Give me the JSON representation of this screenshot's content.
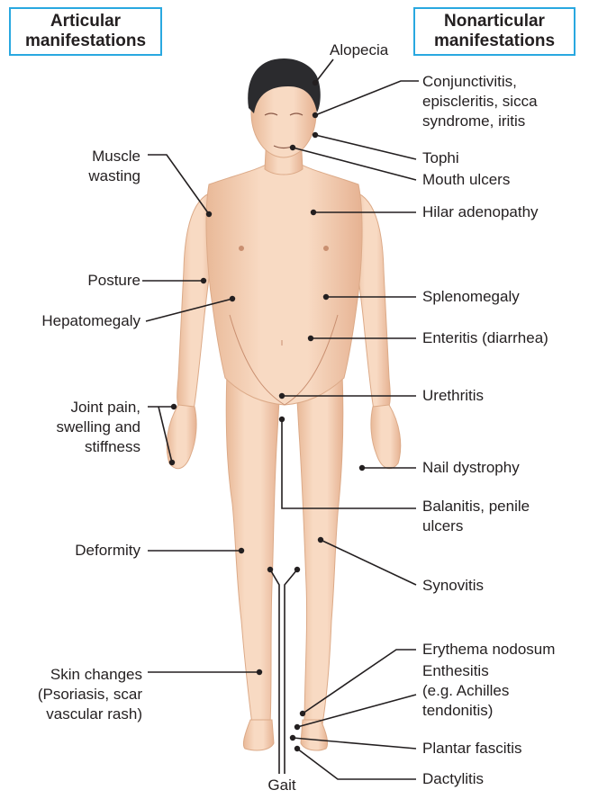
{
  "headers": {
    "left": [
      "Articular",
      "manifestations"
    ],
    "right": [
      "Nonarticular",
      "manifestations"
    ]
  },
  "left_labels": {
    "muscle_wasting": [
      "Muscle",
      "wasting"
    ],
    "posture": "Posture",
    "hepatomegaly": "Hepatomegaly",
    "joint_pain": [
      "Joint pain,",
      "swelling and",
      "stiffness"
    ],
    "deformity": "Deformity",
    "skin_changes": [
      "Skin changes",
      "(Psoriasis, scar",
      "vascular rash)"
    ],
    "gait": "Gait"
  },
  "right_labels": {
    "alopecia": "Alopecia",
    "conjunctivitis": [
      "Conjunctivitis,",
      "episcleritis, sicca",
      "syndrome, iritis"
    ],
    "tophi": "Tophi",
    "mouth_ulcers": "Mouth ulcers",
    "hilar_adenopathy": "Hilar adenopathy",
    "splenomegaly": "Splenomegaly",
    "enteritis": "Enteritis (diarrhea)",
    "urethritis": "Urethritis",
    "nail_dystrophy": "Nail dystrophy",
    "balanitis": [
      "Balanitis, penile",
      "ulcers"
    ],
    "synovitis": "Synovitis",
    "erythema_nodosum": "Erythema nodosum",
    "enthesitis": [
      "Enthesitis",
      "(e.g. Achilles",
      "tendonitis)"
    ],
    "plantar_fasciitis": "Plantar fascitis",
    "dactylitis": "Dactylitis"
  },
  "colors": {
    "header_border": "#29a8e0",
    "skin": "#f6d2b6",
    "skin_shadow": "#e6b292",
    "hair": "#2b2b2e",
    "leader_line": "#231f20"
  }
}
